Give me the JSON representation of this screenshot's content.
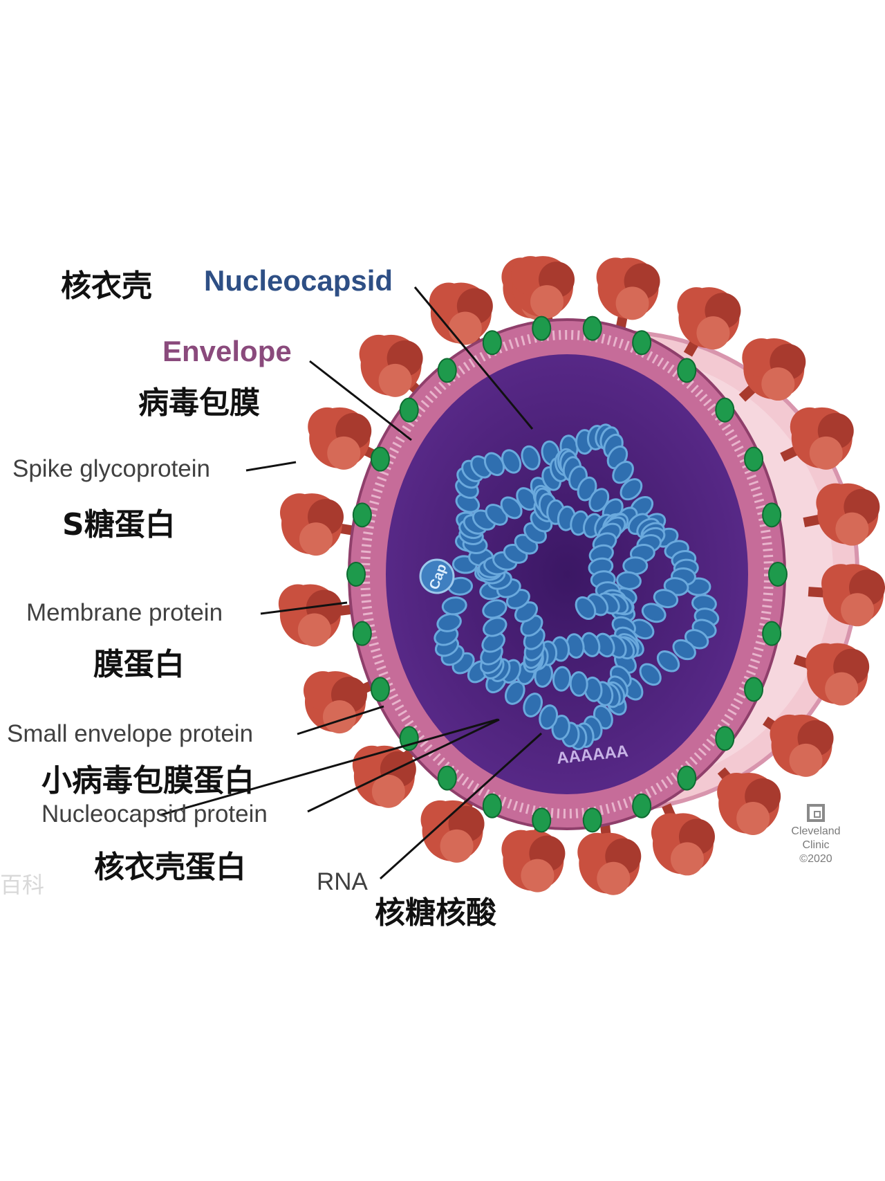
{
  "labels": {
    "nucleocapsid_zh": "核衣壳",
    "nucleocapsid_en": "Nucleocapsid",
    "envelope_en": "Envelope",
    "envelope_zh": "病毒包膜",
    "spike_en": "Spike glycoprotein",
    "spike_zh": "S糖蛋白",
    "membrane_en": "Membrane protein",
    "membrane_zh": "膜蛋白",
    "small_env_en": "Small envelope protein",
    "small_env_zh": "小病毒包膜蛋白",
    "nuc_protein_en": "Nucleocapsid protein",
    "nuc_protein_zh": "核衣壳蛋白",
    "rna_en": "RNA",
    "rna_zh": "核糖核酸"
  },
  "inner_text": {
    "cap": "Cap",
    "polya": "AAAAAA"
  },
  "credit": {
    "line1": "Cleveland",
    "line2": "Clinic",
    "line3": "©2020"
  },
  "watermark": "百科",
  "colors": {
    "spike": "#c9503f",
    "spike_dark": "#a83a2e",
    "membrane": "#b95d8e",
    "membrane_light": "#e7b7c9",
    "green_protein": "#1e9a4c",
    "interior": "#4b1f78",
    "helix": "#2f6fb0",
    "helix_light": "#6aa9dd",
    "nucleocapsid_title": "#2e4f85",
    "envelope_title": "#8a4a7c"
  }
}
